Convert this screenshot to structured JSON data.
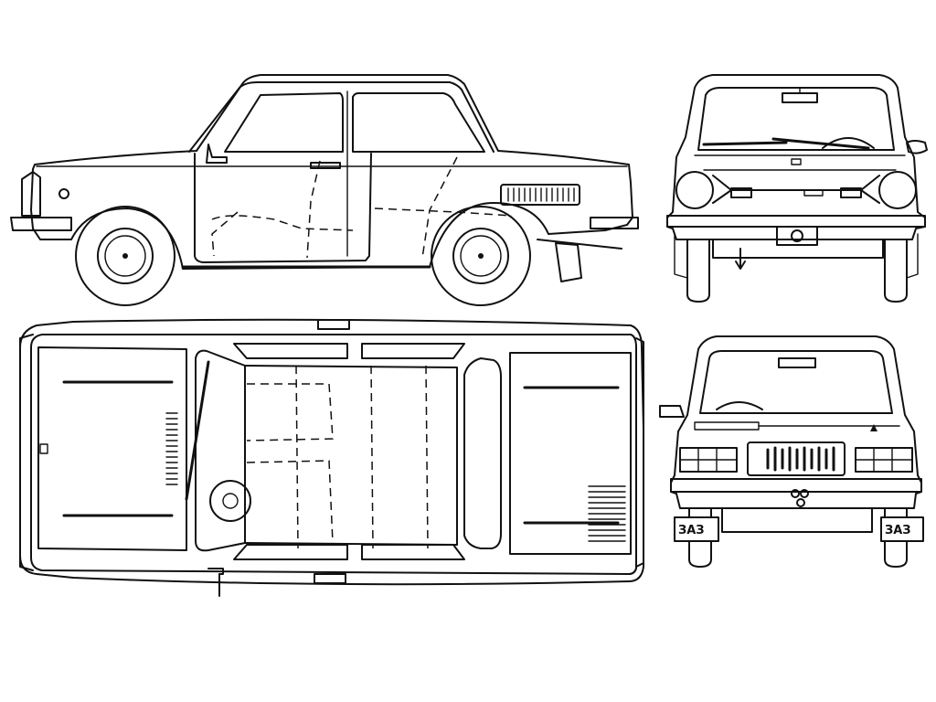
{
  "colors": {
    "ink": "#111111",
    "paper": "#ffffff"
  },
  "views": [
    {
      "id": "side",
      "name": "side-view"
    },
    {
      "id": "front",
      "name": "front-view"
    },
    {
      "id": "top",
      "name": "top-view"
    },
    {
      "id": "rear",
      "name": "rear-view"
    }
  ],
  "rear_view": {
    "mudflap_left_text": "ЗАЗ",
    "mudflap_right_text": "ЗАЗ"
  }
}
